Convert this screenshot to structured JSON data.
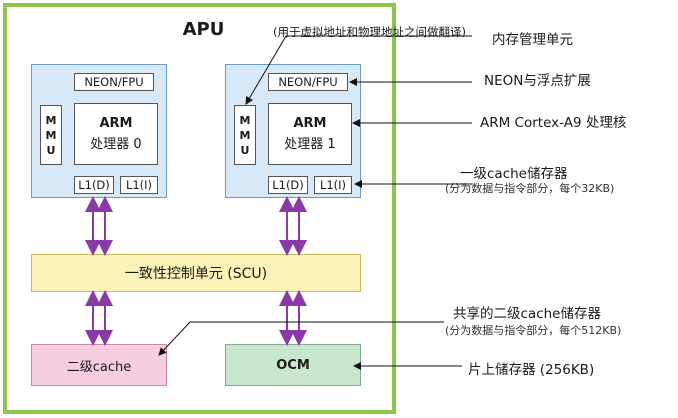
{
  "apu": {
    "title": "APU"
  },
  "cpu0": {
    "neon": "NEON/FPU",
    "mmu": [
      "M",
      "M",
      "U"
    ],
    "arm": "ARM",
    "core": "处理器 0",
    "l1d": "L1(D)",
    "l1i": "L1(I)"
  },
  "cpu1": {
    "neon": "NEON/FPU",
    "mmu": [
      "M",
      "M",
      "U"
    ],
    "arm": "ARM",
    "core": "处理器 1",
    "l1d": "L1(D)",
    "l1i": "L1(I)"
  },
  "scu": "一致性控制单元 (SCU)",
  "l2cache": "二级cache",
  "ocm": "OCM",
  "annotations": {
    "mmu_note": "(用于虚拟地址和物理地址之间做翻译)",
    "mmu_label": "内存管理单元",
    "neon_label": "NEON与浮点扩展",
    "core_label": "ARM Cortex-A9 处理核",
    "l1_label": "一级cache储存器",
    "l1_sub": "(分为数据与指令部分，每个32KB)",
    "l2_label": "共享的二级cache储存器",
    "l2_sub": "(分为数据与指令部分，每个512KB)",
    "ocm_label": "片上储存器 (256KB)"
  },
  "colors": {
    "apu_border": "#8fc650",
    "cpu_fill": "#d7e9f6",
    "scu_fill": "#fbf3b7",
    "l2_fill": "#f7cde0",
    "ocm_fill": "#c9e6cf",
    "bus_arrow": "#8a3aa8"
  }
}
